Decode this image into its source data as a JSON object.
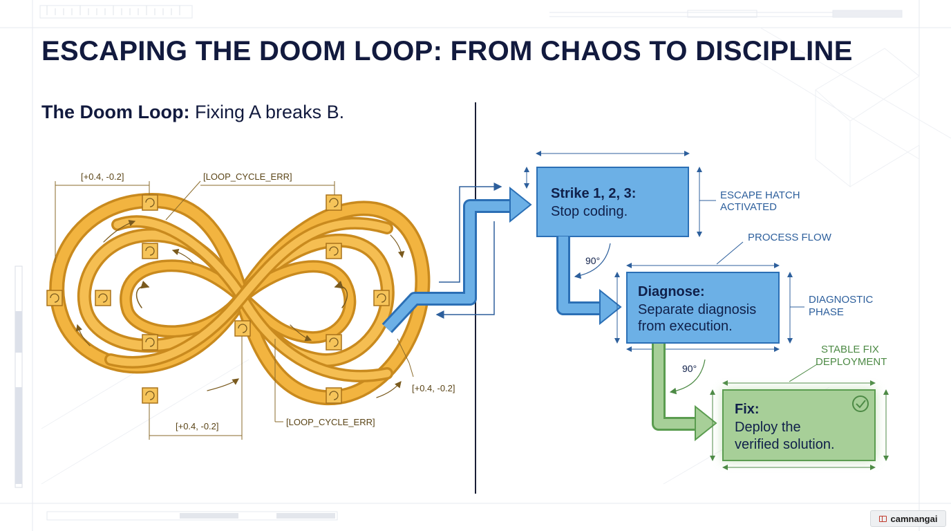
{
  "title": "ESCAPING THE DOOM LOOP: FROM CHAOS TO DISCIPLINE",
  "subtitle": {
    "bold": "The Doom Loop:",
    "text": " Fixing A breaks B."
  },
  "loop_labels": {
    "top_left": "[+0.4, -0.2]",
    "top_center": "[LOOP_CYCLE_ERR]",
    "bottom_center": "[+0.4, -0.2]",
    "bottom_error": "[LOOP_CYCLE_ERR]",
    "bottom_right": "[+0.4, -0.2]"
  },
  "steps": [
    {
      "title": "Strike 1, 2, 3:",
      "lines": [
        "Stop coding."
      ],
      "annotation": [
        "ESCAPE HATCH",
        "ACTIVATED"
      ]
    },
    {
      "title": "Diagnose:",
      "lines": [
        "Separate diagnosis",
        "from execution."
      ],
      "annotation": [
        "DIAGNOSTIC",
        "PHASE"
      ]
    },
    {
      "title": "Fix:",
      "lines": [
        "Deploy the",
        "verified solution."
      ],
      "annotation": [
        "STABLE FIX",
        "DEPLOYMENT"
      ]
    }
  ],
  "process_flow_label": "PROCESS FLOW",
  "angle_labels": [
    "90°",
    "90°"
  ],
  "watermark": "camnangai",
  "colors": {
    "title": "#121a3e",
    "loop_fill": "#f2b440",
    "loop_stroke": "#c98a1e",
    "blue_box": "#6cb0e6",
    "blue_border": "#2b6fb5",
    "green_box": "#a7cf98",
    "green_border": "#5a9c4f",
    "annotation_blue": "#2d5f9c",
    "annotation_green": "#4d8a45"
  }
}
